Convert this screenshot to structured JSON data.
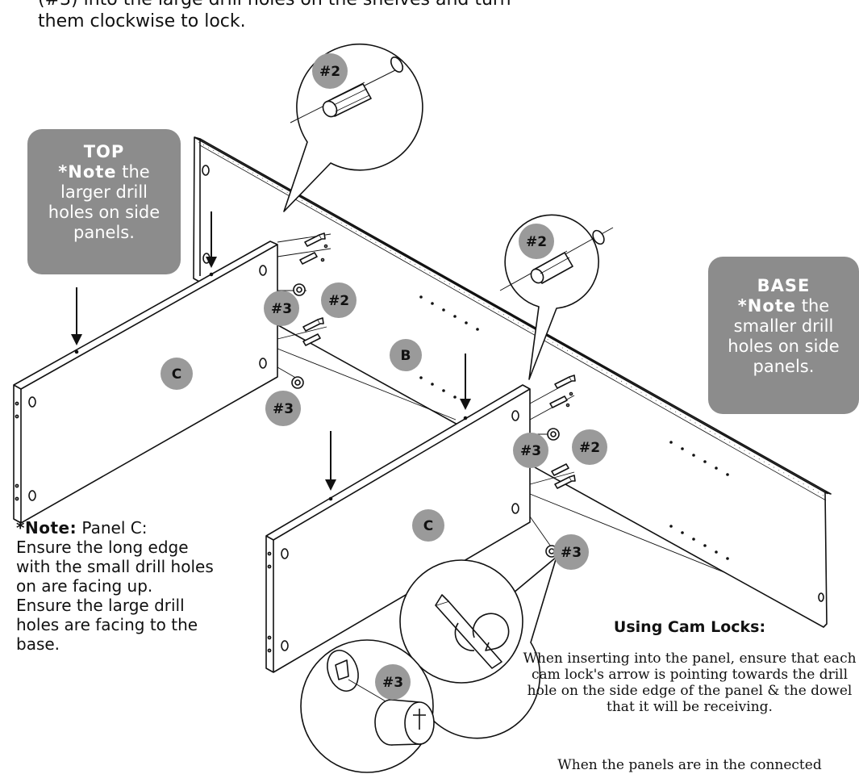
{
  "instruction_top": {
    "line1": "(#3) into the large drill holes on the shelves and turn",
    "line2": "them clockwise to lock."
  },
  "callout_top": {
    "heading": "TOP",
    "note_word": "*Note",
    "text": "the larger drill holes on side panels."
  },
  "callout_base": {
    "heading": "BASE",
    "note_word": "*Note",
    "text": "the smaller drill holes on side panels."
  },
  "panel_labels": {
    "back": "B",
    "left_shelf": "C",
    "right_shelf": "C"
  },
  "part_labels": {
    "dowel": "#2",
    "cam_lock": "#3"
  },
  "panel_note": {
    "note_word": "*Note:",
    "line1": "Panel C:",
    "line2": "Ensure the long edge with the small drill holes on are facing up.",
    "line3": "Ensure the large drill holes are facing to the base."
  },
  "cam_locks": {
    "title": "Using Cam Locks:",
    "paragraph1": "When inserting into the panel, ensure that each cam lock's arrow is pointing towards the drill hole on the side edge of the panel & the dowel that it will be receiving.",
    "paragraph2": "When the panels are in the connected"
  },
  "colors": {
    "callout_gray": "#8c8c8c",
    "badge_gray": "#9a9a9a",
    "line": "#111111"
  }
}
